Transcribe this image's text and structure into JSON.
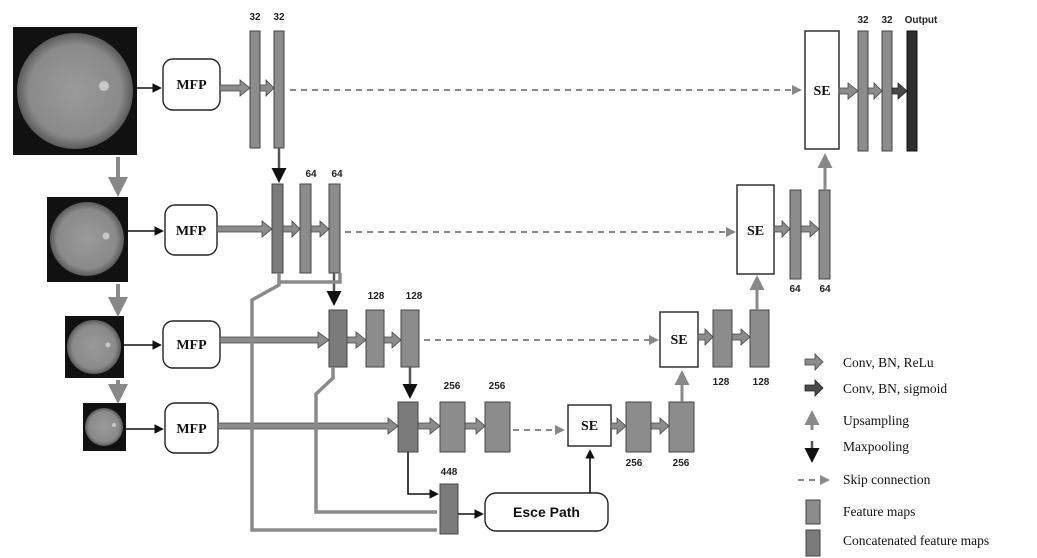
{
  "mfp_label": "MFP",
  "se_label": "SE",
  "esce_label": "Esce Path",
  "channels": {
    "l1_top": [
      "32",
      "32"
    ],
    "l2_top": [
      "64",
      "64"
    ],
    "l3_top": [
      "128",
      "128"
    ],
    "l4_top": [
      "256",
      "256"
    ],
    "concat": "448",
    "dec4": [
      "256",
      "256"
    ],
    "dec3": [
      "128",
      "128"
    ],
    "dec2": [
      "64",
      "64"
    ],
    "dec1": [
      "32",
      "32"
    ],
    "output": "Output"
  },
  "legend": {
    "conv_relu": "Conv, BN, ReLu",
    "conv_sigmoid": "Conv, BN, sigmoid",
    "upsampling": "Upsampling",
    "maxpooling": "Maxpooling",
    "skip": "Skip connection",
    "feature_maps": "Feature maps",
    "concat_maps": "Concatenated feature maps"
  },
  "colors": {
    "feature_map": "#8c8c8c",
    "output_map": "#2e2e2e",
    "skip": "#888888"
  }
}
